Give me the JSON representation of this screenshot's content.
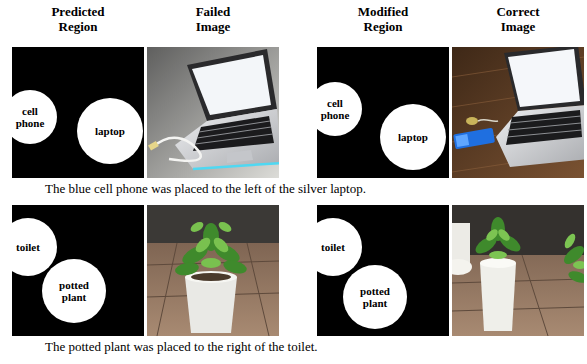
{
  "diagram": {
    "nodes": [
      {
        "text": [
          "cell phone"
        ]
      },
      {
        "text": [
          "laptop"
        ]
      },
      {
        "text": [
          "cell phone"
        ]
      },
      {
        "text": [
          "laptop"
        ]
      },
      {
        "text": [
          "toilet"
        ]
      },
      {
        "text": [
          "potted plant"
        ]
      },
      {
        "text": [
          "toilet"
        ]
      },
      {
        "text": [
          "potted plant"
        ]
      }
    ],
    "labels": [
      "Predicted Region",
      "Failed Image",
      "Modified Region",
      "Correct Image",
      "The blue cell phone was placed to the left of the silver laptop.",
      "The potted plant was placed to the right of the toilet."
    ]
  }
}
